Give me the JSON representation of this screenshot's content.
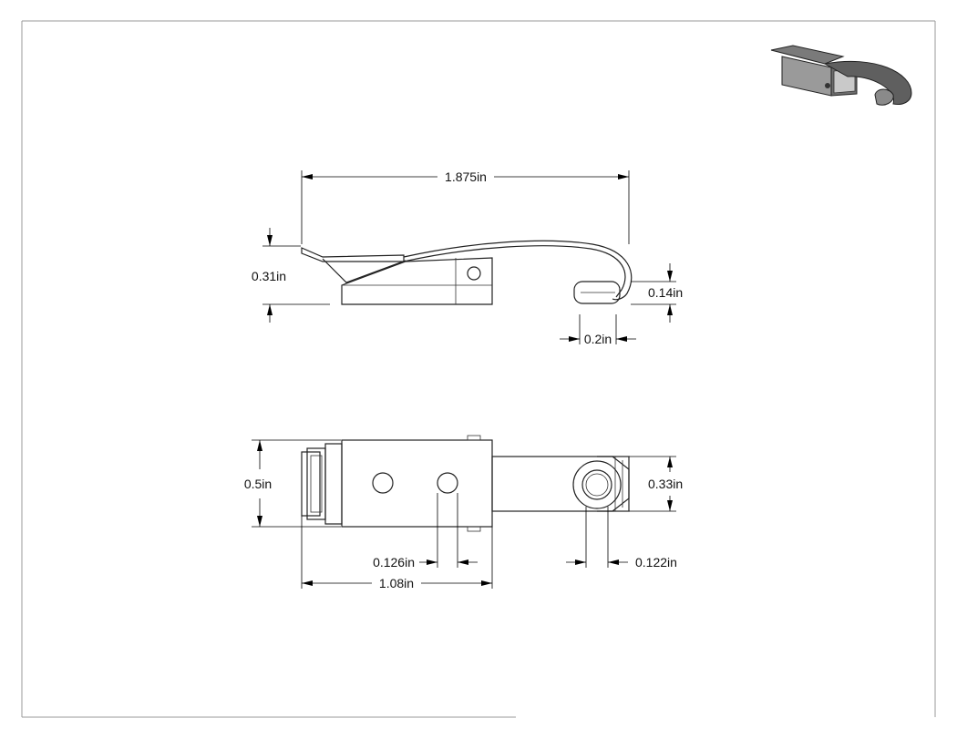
{
  "drawing": {
    "units": "in",
    "side_view": {
      "overall_length": "1.875in",
      "height": "0.31in",
      "hook_height": "0.14in",
      "hook_depth": "0.2in"
    },
    "top_view": {
      "width": "0.5in",
      "hook_width": "0.33in",
      "hole_diameter": "0.126in",
      "pin_diameter": "0.122in",
      "base_length": "1.08in"
    },
    "thumbnail_icon": "latch-3d-icon"
  }
}
